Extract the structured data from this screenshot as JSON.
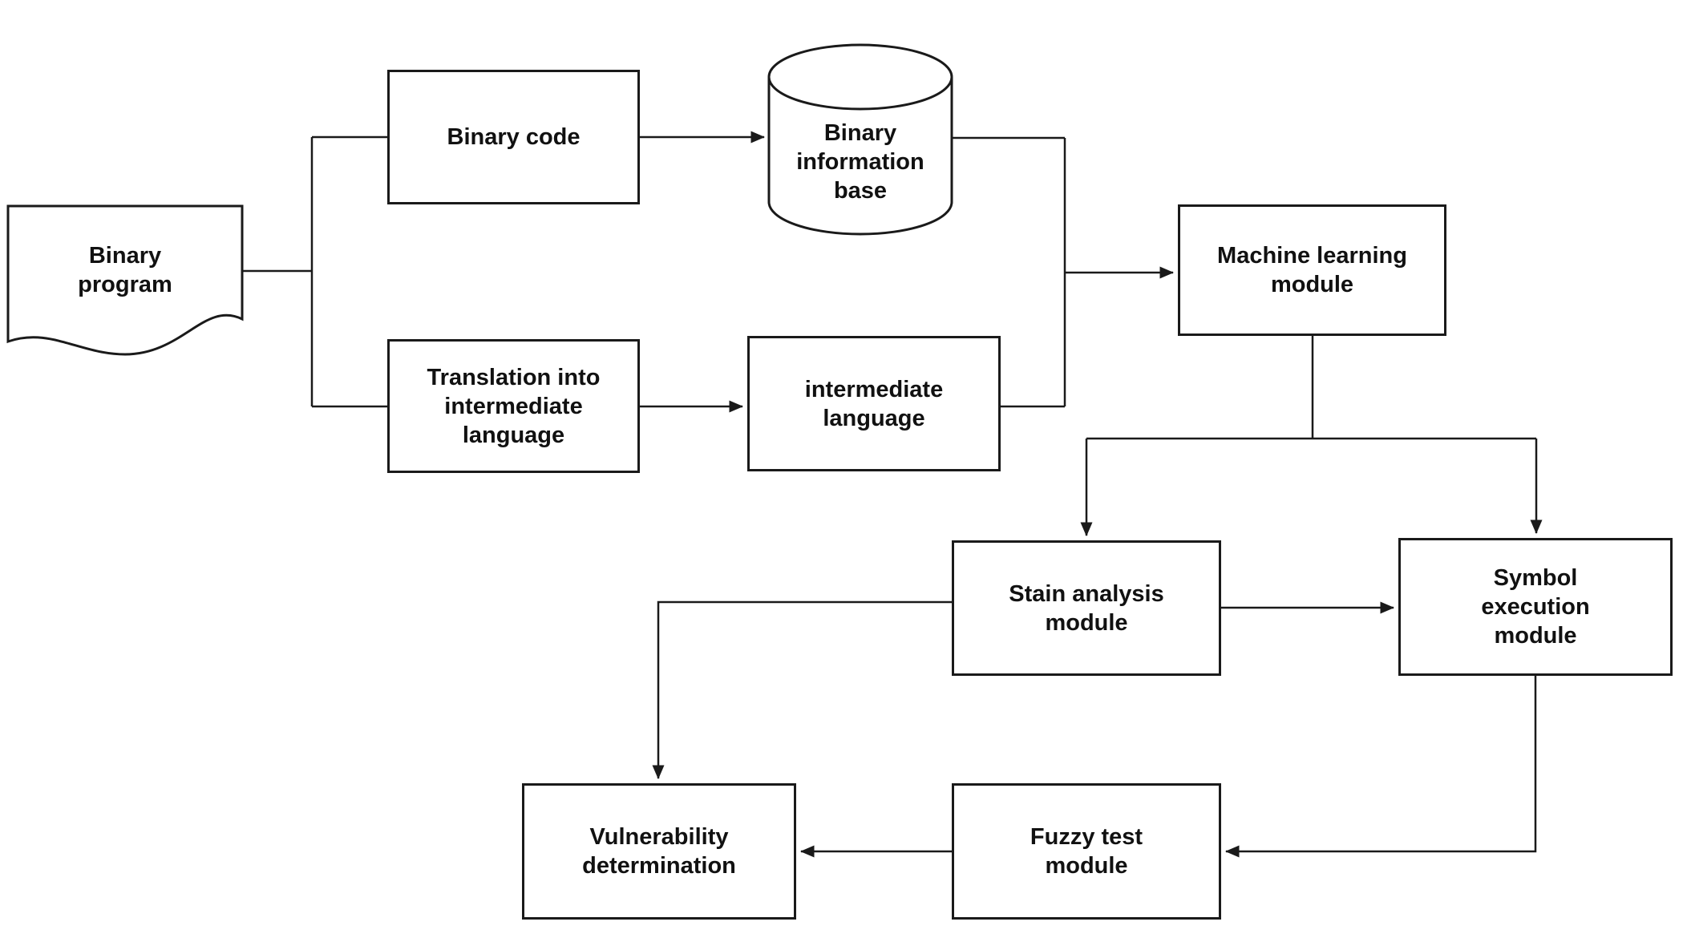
{
  "diagram": {
    "type": "flowchart",
    "background_color": "#ffffff",
    "stroke_color": "#1a1a1a",
    "node_fill_color": "#ffffff",
    "nodes": {
      "binary_program": {
        "label": "Binary program",
        "shape": "document"
      },
      "binary_code": {
        "label": "Binary code",
        "shape": "rectangle"
      },
      "binary_information_base": {
        "label": "Binary information base",
        "shape": "cylinder"
      },
      "translation_into_intermediate_language": {
        "label": "Translation into intermediate language",
        "shape": "rectangle"
      },
      "intermediate_language": {
        "label": "intermediate language",
        "shape": "rectangle"
      },
      "machine_learning_module": {
        "label": "Machine learning module",
        "shape": "rectangle"
      },
      "stain_analysis_module": {
        "label": "Stain analysis module",
        "shape": "rectangle"
      },
      "symbol_execution_module": {
        "label": "Symbol execution module",
        "shape": "rectangle"
      },
      "vulnerability_determination": {
        "label": "Vulnerability determination",
        "shape": "rectangle"
      },
      "fuzzy_test_module": {
        "label": "Fuzzy test module",
        "shape": "rectangle"
      }
    },
    "edges": [
      {
        "from": "binary_program",
        "to": "binary_code",
        "arrow": false
      },
      {
        "from": "binary_program",
        "to": "translation_into_intermediate_language",
        "arrow": false
      },
      {
        "from": "binary_code",
        "to": "binary_information_base",
        "arrow": true
      },
      {
        "from": "translation_into_intermediate_language",
        "to": "intermediate_language",
        "arrow": true
      },
      {
        "from": "binary_information_base",
        "to": "machine_learning_module",
        "arrow": true
      },
      {
        "from": "intermediate_language",
        "to": "machine_learning_module",
        "arrow": true
      },
      {
        "from": "machine_learning_module",
        "to": "stain_analysis_module",
        "arrow": true
      },
      {
        "from": "machine_learning_module",
        "to": "symbol_execution_module",
        "arrow": true
      },
      {
        "from": "stain_analysis_module",
        "to": "symbol_execution_module",
        "arrow": true
      },
      {
        "from": "stain_analysis_module",
        "to": "vulnerability_determination",
        "arrow": true
      },
      {
        "from": "symbol_execution_module",
        "to": "fuzzy_test_module",
        "arrow": true
      },
      {
        "from": "fuzzy_test_module",
        "to": "vulnerability_determination",
        "arrow": true
      }
    ]
  }
}
